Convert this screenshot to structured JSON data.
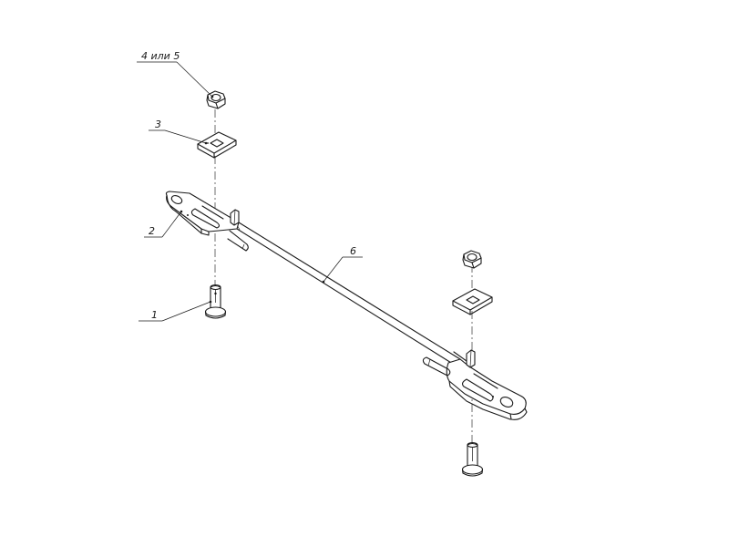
{
  "callouts": {
    "c1": "1",
    "c2": "2",
    "c3": "3",
    "c45": "4 или 5",
    "c6": "6"
  }
}
